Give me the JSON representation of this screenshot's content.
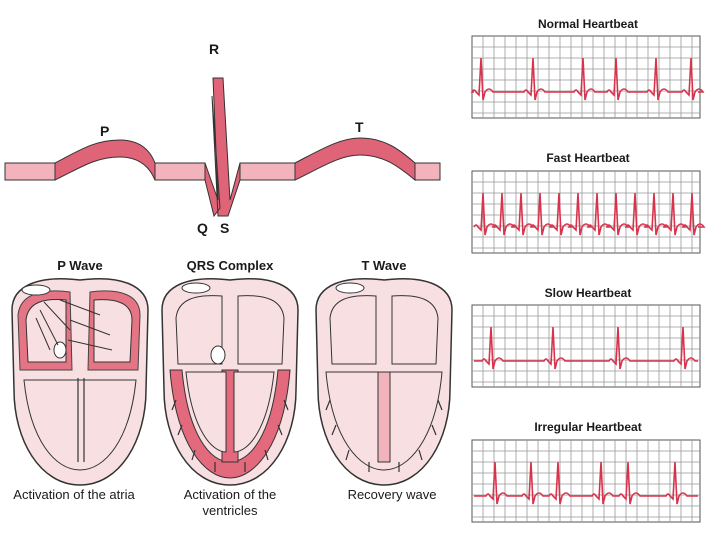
{
  "waveform": {
    "labels": {
      "p": "P",
      "q": "Q",
      "r": "R",
      "s": "S",
      "t": "T"
    }
  },
  "panels": [
    {
      "title": "P Wave",
      "caption": "Activation of the atria"
    },
    {
      "title": "QRS Complex",
      "caption": "Activation of the ventricles"
    },
    {
      "title": "T Wave",
      "caption": "Recovery wave"
    }
  ],
  "ecg_strips": [
    {
      "title": "Normal Heartbeat"
    },
    {
      "title": "Fast Heartbeat"
    },
    {
      "title": "Slow Heartbeat"
    },
    {
      "title": "Irregular Heartbeat"
    }
  ],
  "colors": {
    "ribbon_fill": "#f2b3bd",
    "ribbon_dark": "#e06478",
    "outline": "#333333",
    "heart_fill": "#f8e0e2",
    "activation": "#e36a7c",
    "grid": "#999999",
    "trace": "#d8334c"
  }
}
